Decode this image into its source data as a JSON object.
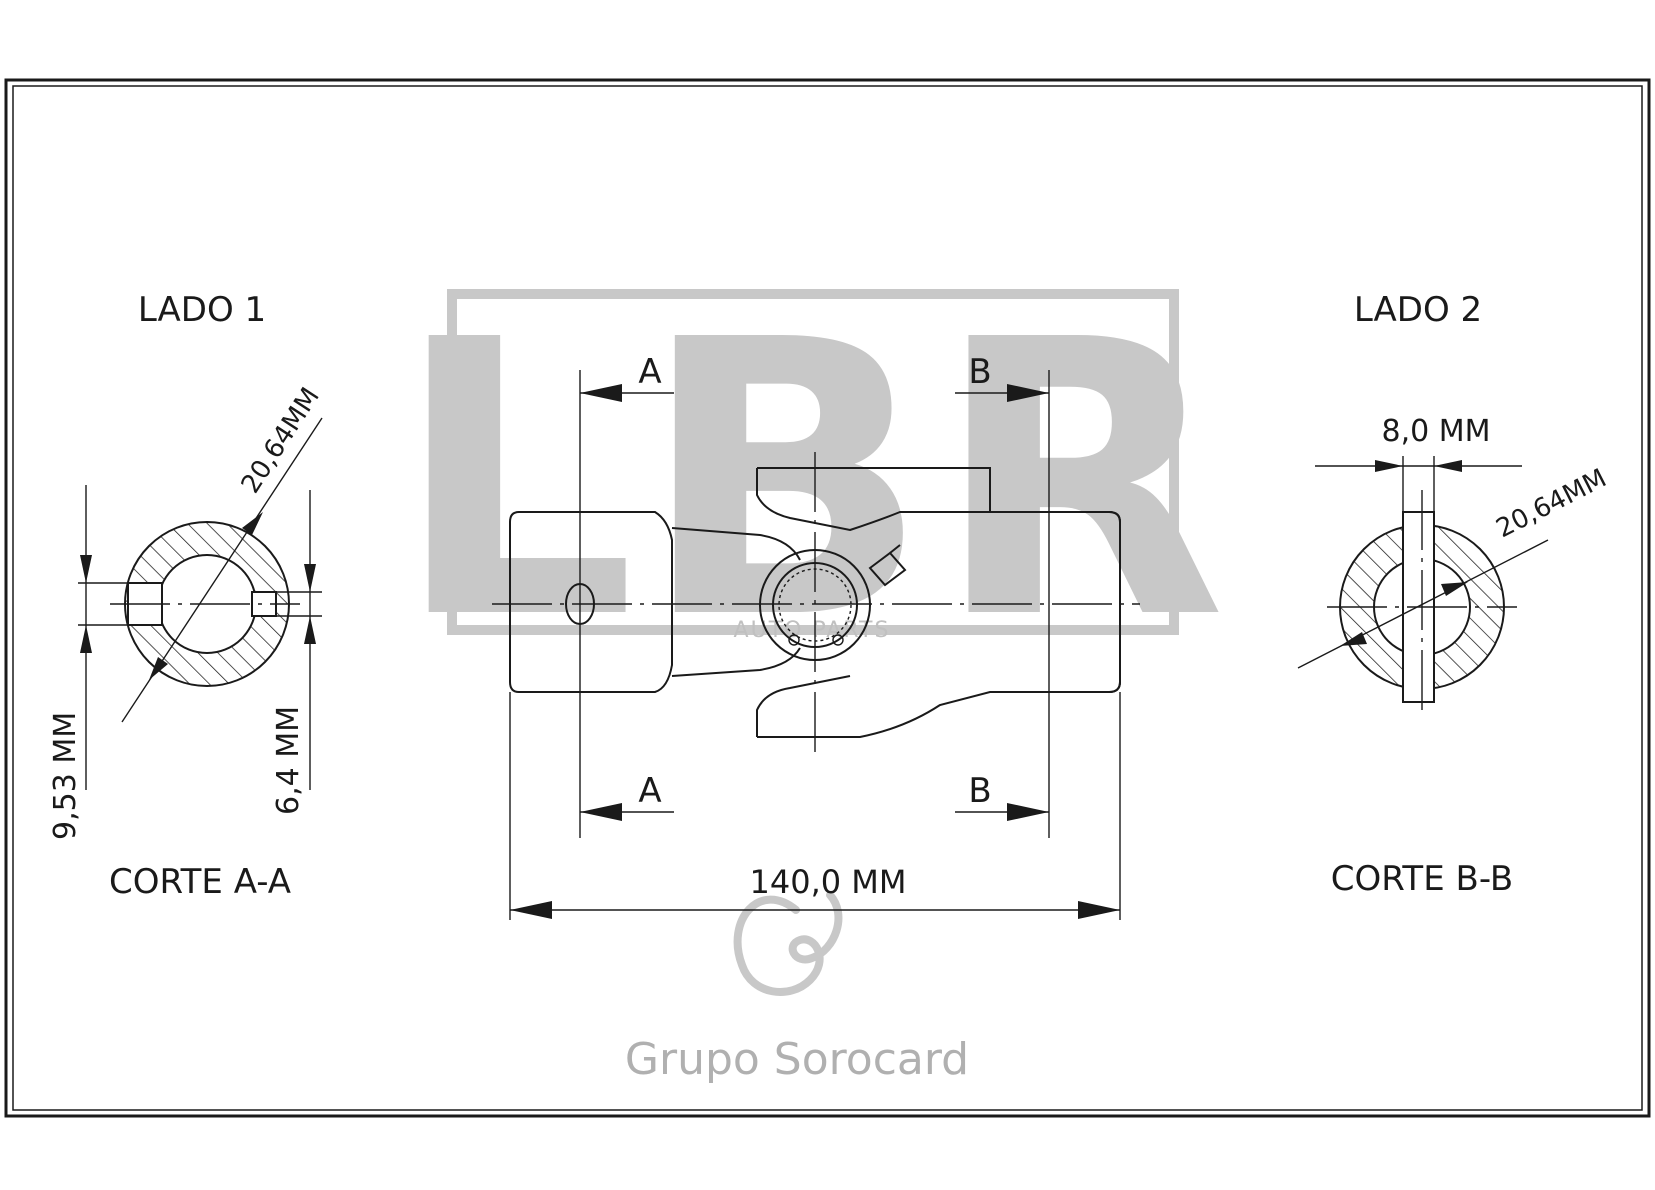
{
  "views": {
    "lado1": "LADO 1",
    "lado2": "LADO 2",
    "corte_aa": "CORTE A-A",
    "corte_bb": "CORTE B-B"
  },
  "section_marks": {
    "a_top": "A",
    "a_bottom": "A",
    "b_top": "B",
    "b_bottom": "B"
  },
  "dimensions": {
    "side1_diameter": "20,64MM",
    "side1_height": "9,53 MM",
    "side1_key": "6,4 MM",
    "side2_width": "8,0 MM",
    "side2_diameter": "20,64MM",
    "overall_length": "140,0 MM"
  },
  "watermarks": {
    "brand": "LBR",
    "brand_sub": "AUTO PARTS",
    "group": "Grupo Sorocard"
  },
  "colors": {
    "line": "#1a1a1a",
    "watermark": "#c8c8c8"
  }
}
